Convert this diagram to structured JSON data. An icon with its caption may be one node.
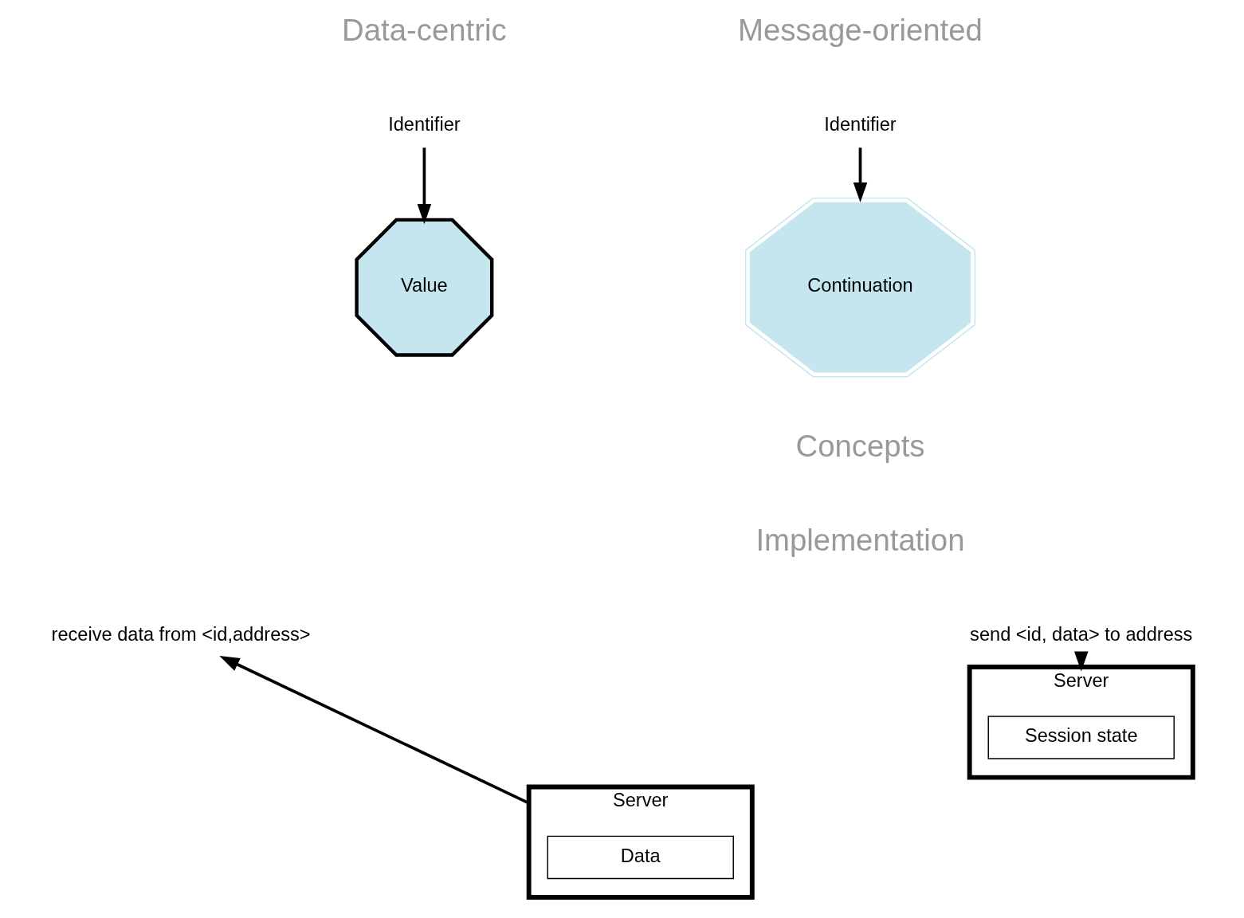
{
  "diagram": {
    "nodes": [
      {
        "text": [
          "Identifier"
        ]
      },
      {
        "text": [
          "Value"
        ]
      },
      {
        "text": [
          "Identifier"
        ]
      },
      {
        "text": [
          "Continuation"
        ]
      },
      {
        "text": [
          "receive data from <id,address>"
        ]
      },
      {
        "text": [
          "Server"
        ]
      },
      {
        "text": [
          "Data"
        ],
        "in": 5
      },
      {
        "text": [
          "send <id, data> to address"
        ]
      },
      {
        "text": [
          "Server"
        ]
      },
      {
        "text": [
          "Session state"
        ],
        "in": 8
      }
    ],
    "edges": [
      {
        "from": 0,
        "to": 1,
        "arrow": "to"
      },
      {
        "from": 2,
        "to": 3,
        "arrow": "to"
      },
      {
        "from": 5,
        "to": 4,
        "arrow": "to"
      },
      {
        "from": 7,
        "to": 8,
        "arrow": "to"
      }
    ],
    "labels": [
      "Data-centric",
      "Message-oriented",
      "Concepts",
      "Implementation"
    ]
  }
}
